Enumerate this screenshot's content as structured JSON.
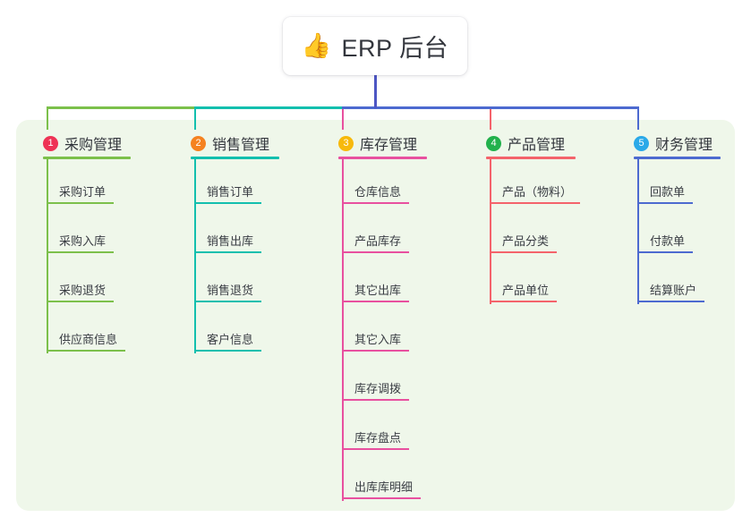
{
  "root": {
    "icon": "thumbs-up-icon",
    "icon_glyph": "👍",
    "title": "ERP 后台"
  },
  "palette": {
    "panel_bg": "#eff7ea",
    "page_bg": "#ffffff",
    "root_stem": "#4d56c4",
    "text": "#33363d"
  },
  "columns": [
    {
      "number": "1",
      "title": "采购管理",
      "badge_color": "#ee3355",
      "line_color": "#7cc04b",
      "items": [
        {
          "label": "采购订单"
        },
        {
          "label": "采购入库"
        },
        {
          "label": "采购退货"
        },
        {
          "label": "供应商信息"
        }
      ]
    },
    {
      "number": "2",
      "title": "销售管理",
      "badge_color": "#f58220",
      "line_color": "#13bfae",
      "items": [
        {
          "label": "销售订单"
        },
        {
          "label": "销售出库"
        },
        {
          "label": "销售退货"
        },
        {
          "label": "客户信息"
        }
      ]
    },
    {
      "number": "3",
      "title": "库存管理",
      "badge_color": "#f7b90c",
      "line_color": "#e8509f",
      "items": [
        {
          "label": "仓库信息"
        },
        {
          "label": "产品库存"
        },
        {
          "label": "其它出库"
        },
        {
          "label": "其它入库"
        },
        {
          "label": "库存调拨"
        },
        {
          "label": "库存盘点"
        },
        {
          "label": "出库库明细"
        }
      ]
    },
    {
      "number": "4",
      "title": "产品管理",
      "badge_color": "#22b14c",
      "line_color": "#f4636b",
      "items": [
        {
          "label": "产品（物料）"
        },
        {
          "label": "产品分类"
        },
        {
          "label": "产品单位"
        }
      ]
    },
    {
      "number": "5",
      "title": "财务管理",
      "badge_color": "#2aa9e8",
      "line_color": "#4d6ad0",
      "items": [
        {
          "label": "回款单"
        },
        {
          "label": "付款单"
        },
        {
          "label": "结算账户"
        }
      ]
    }
  ]
}
